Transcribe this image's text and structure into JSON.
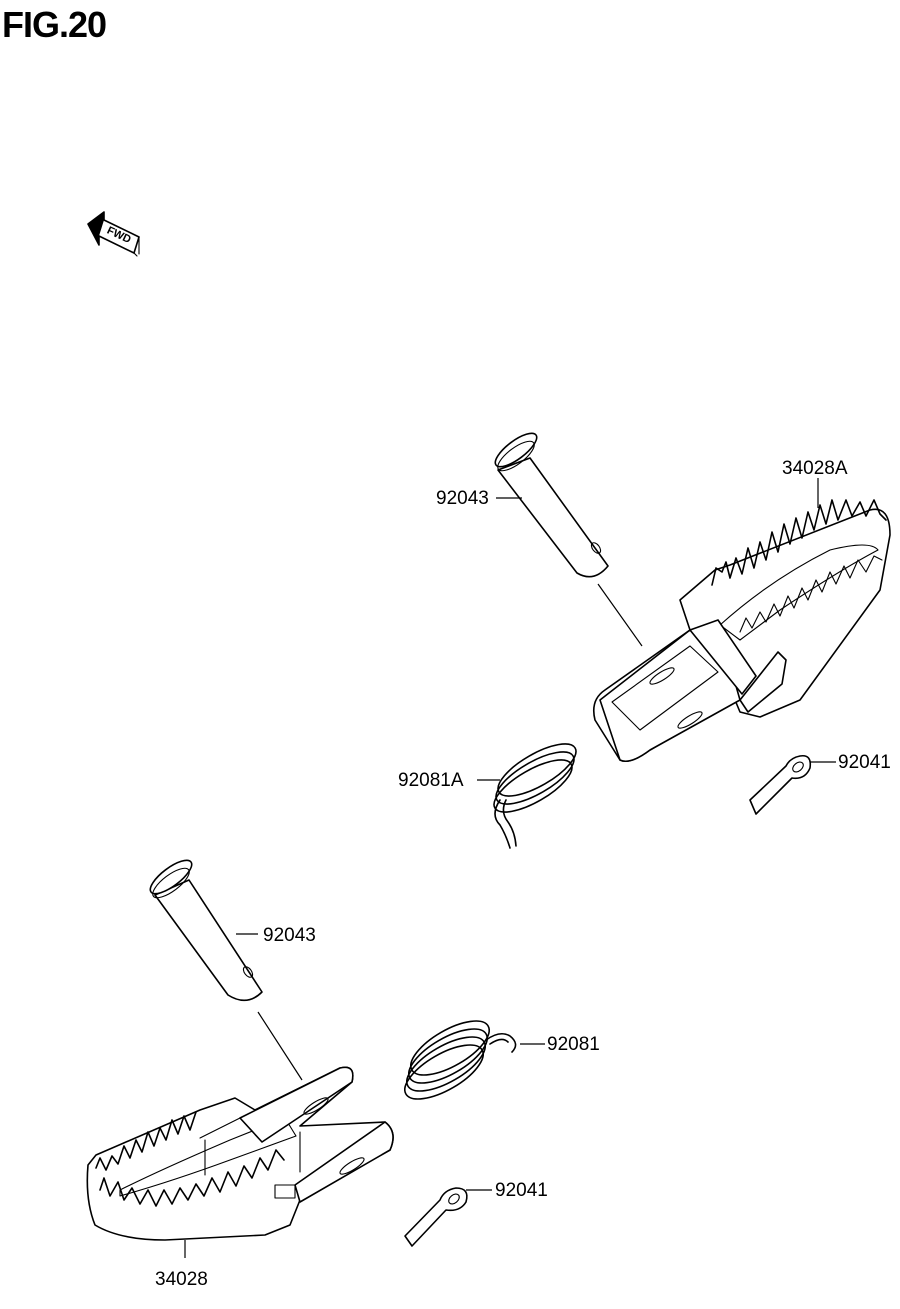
{
  "figure": {
    "title": "FIG.20"
  },
  "direction_indicator": {
    "text": "FWD",
    "icon": "fwd-arrow-icon"
  },
  "callouts": {
    "pin_upper": "92043",
    "footpeg_upper": "34028A",
    "spring_upper": "92081A",
    "cotter_upper": "92041",
    "pin_lower": "92043",
    "spring_lower": "92081",
    "cotter_lower": "92041",
    "footpeg_lower": "34028"
  }
}
